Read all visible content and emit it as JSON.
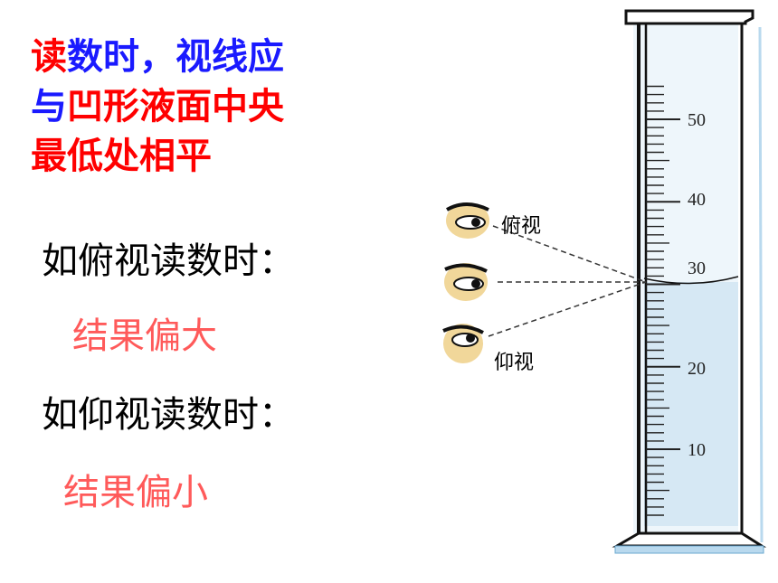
{
  "rule": {
    "line1_a": "读",
    "line1_b": "数时，视线应",
    "line2_a": "与",
    "line2_b": "凹形液面中央",
    "line3": "最低处相平"
  },
  "overlook": {
    "question": "如俯视读数时：",
    "answer": "结果偏大"
  },
  "upward": {
    "question": "如仰视读数时：",
    "answer": "结果偏小"
  },
  "labels": {
    "overlook": "俯视",
    "upward": "仰视"
  },
  "cylinder": {
    "scale_labels": [
      "50",
      "40",
      "30",
      "20",
      "10"
    ],
    "liquid_level": 28,
    "colors": {
      "liquid": "#d6e8f4",
      "glass": "#b9d9ee",
      "outline": "#111111"
    }
  },
  "colors": {
    "red": "#ff0000",
    "blue": "#1a1aff",
    "answer": "#ff5a5a"
  }
}
